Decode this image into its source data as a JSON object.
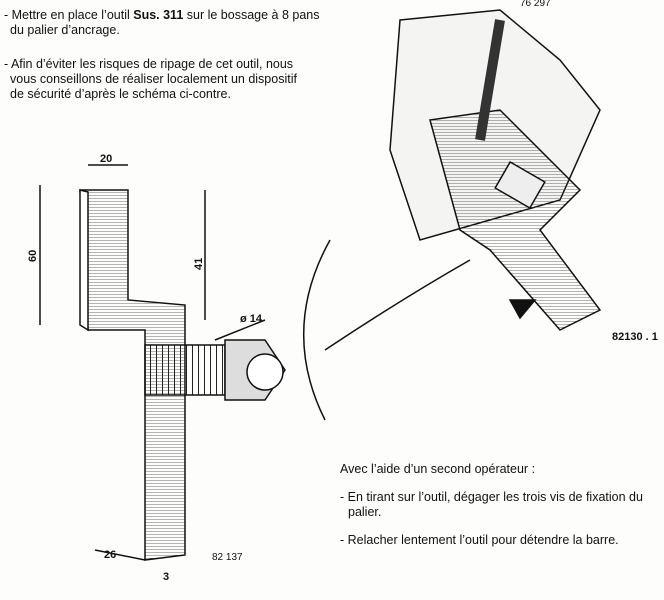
{
  "top_text": {
    "para1_prefix": "- Mettre en place l’outil ",
    "para1_bold": "Sus. 311",
    "para1_suffix": " sur le bossage à 8 pans",
    "para1_line2": "du palier d’ancrage.",
    "para2_line1": "- Afin d’éviter les risques de ripage de cet outil, nous",
    "para2_line2": "vous conseillons de réaliser localement un dispositif",
    "para2_line3": "de sécurité d’après le schéma ci-contre."
  },
  "bottom_text": {
    "intro": "Avec l’aide d’un second opérateur :",
    "step1_line1": "- En tirant sur l’outil, dégager les trois vis de fixation du",
    "step1_line2": "palier.",
    "step2": "- Relacher lentement l’outil pour détendre la barre."
  },
  "drawing": {
    "dim_width": "20",
    "dim_height": "60",
    "dim_inner": "41",
    "dim_diameter": "ø 14",
    "dim_depth": "26",
    "dim_thickness": "3",
    "ref_left": "82 137",
    "ref_right": "82130 . 1",
    "ref_top": "76 297"
  }
}
